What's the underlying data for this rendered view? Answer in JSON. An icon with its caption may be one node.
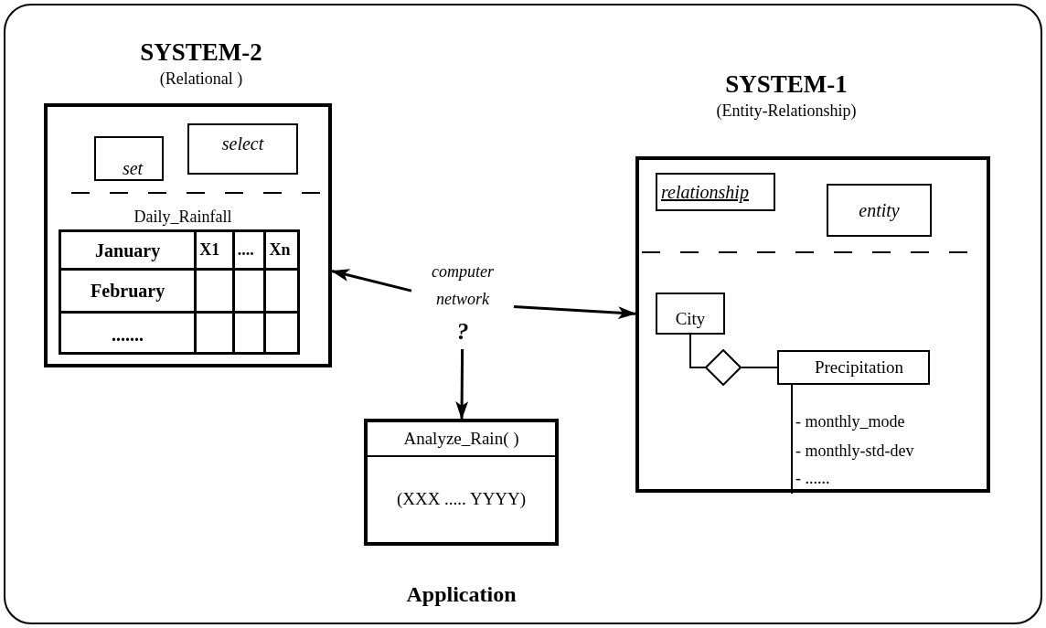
{
  "diagram": {
    "nodes": [
      {
        "text": [
          "SYSTEM-2",
          "(Relational )"
        ]
      },
      {
        "text": [
          "set"
        ],
        "in": 0
      },
      {
        "text": [
          "select"
        ],
        "in": 0
      },
      {
        "text": [
          "SYSTEM-1",
          "(Entity-Relationship)"
        ]
      },
      {
        "text": [
          "relationship"
        ],
        "in": 3
      },
      {
        "text": [
          "entity"
        ],
        "in": 3
      },
      {
        "text": [
          "City"
        ],
        "in": 3
      },
      {
        "text": [],
        "shape": "diamond",
        "in": 3
      },
      {
        "text": [
          "Precipitation"
        ],
        "in": 3
      },
      {
        "text": [
          "computer network",
          "?"
        ]
      },
      {
        "text": [
          "Analyze_Rain( )",
          "(XXX ..... YYYY)"
        ],
        "beside": [
          "Application"
        ]
      }
    ],
    "edges": [
      {
        "from": 9,
        "to": 0,
        "arrow": "to"
      },
      {
        "from": 9,
        "to": 3,
        "arrow": "to"
      },
      {
        "from": 9,
        "to": 10,
        "arrow": "to"
      },
      {
        "from": 6,
        "to": 7,
        "arrow": "none"
      },
      {
        "from": 7,
        "to": 8,
        "arrow": "none"
      }
    ],
    "labels": [
      "Daily_Rainfall",
      "January",
      "X1",
      "....",
      "Xn",
      "February",
      ".......",
      "- monthly_mode",
      "- monthly-std-dev",
      "- ......"
    ]
  }
}
